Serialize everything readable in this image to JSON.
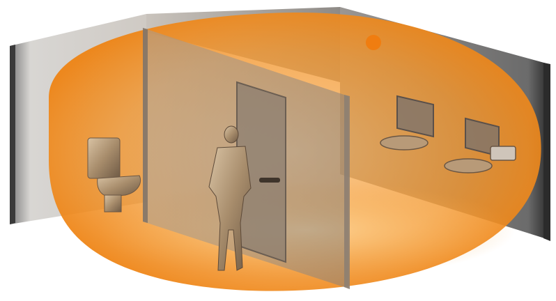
{
  "scene": {
    "subject": "restroom-sensor-coverage-illustration",
    "colors": {
      "coverage_zone": "#f08a1e",
      "sensor_dot": "#f07d10",
      "wall_face": "#b9b4ae",
      "wall_edge": "#3a3a3a",
      "floor_glow": "#f5a94a"
    },
    "icons": [
      "sensor-dot",
      "toilet",
      "person-figure",
      "door",
      "mirror",
      "sink",
      "hand-dryer"
    ],
    "fixtures": {
      "mirrors": 2,
      "sinks": 2,
      "toilets": 1,
      "doors": 1,
      "people": 1
    }
  }
}
